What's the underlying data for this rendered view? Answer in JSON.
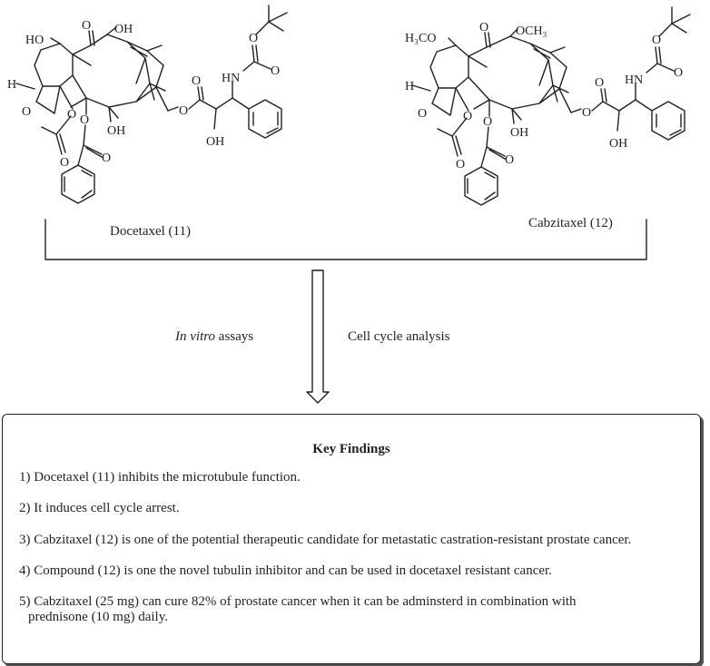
{
  "structures": {
    "docetaxel": {
      "caption": "Docetaxel (11)",
      "labels": {
        "ho_top": "HO",
        "o_ketone": "O",
        "oh_top": "OH",
        "h": "H",
        "o_oxetane": "O",
        "o_acetyl": "O",
        "o_acetyl_carbonyl": "O",
        "o_benzoyl": "O",
        "o_benzoyl_carbonyl": "O",
        "oh_mid": "OH",
        "o_ester": "O",
        "o_ester_carbonyl": "O",
        "oh_side": "OH",
        "hn": "HN",
        "o_boc": "O",
        "o_boc_carbonyl": "O"
      }
    },
    "cabazitaxel": {
      "caption": "Cabzitaxel (12)",
      "labels": {
        "h3co": "H₃CO",
        "o_ketone": "O",
        "och3": "OCH₃",
        "h": "H",
        "o_oxetane": "O",
        "o_acetyl": "O",
        "o_acetyl_carbonyl": "O",
        "o_benzoyl": "O",
        "o_benzoyl_carbonyl": "O",
        "oh_mid": "OH",
        "o_ester": "O",
        "o_ester_carbonyl": "O",
        "oh_side": "OH",
        "hn": "HN",
        "o_boc": "O",
        "o_boc_carbonyl": "O"
      }
    }
  },
  "flow": {
    "left_label_italic": "In vitro",
    "left_label_rest": " assays",
    "right_label": "Cell cycle analysis"
  },
  "findings": {
    "title": "Key Findings",
    "items": [
      "1) Docetaxel (11) inhibits the microtubule function.",
      "2) It induces cell cycle arrest.",
      "3) Cabzitaxel (12) is one of the potential therapeutic candidate for metastatic castration-resistant prostate cancer.",
      "4) Compound (12) is one the novel tubulin inhibitor and can be used in docetaxel resistant cancer.",
      "5) Cabzitaxel (25 mg) can cure 82% of prostate cancer when it can be adminsterd in combination with"
    ],
    "item5_continuation": "prednisone (10 mg) daily."
  }
}
